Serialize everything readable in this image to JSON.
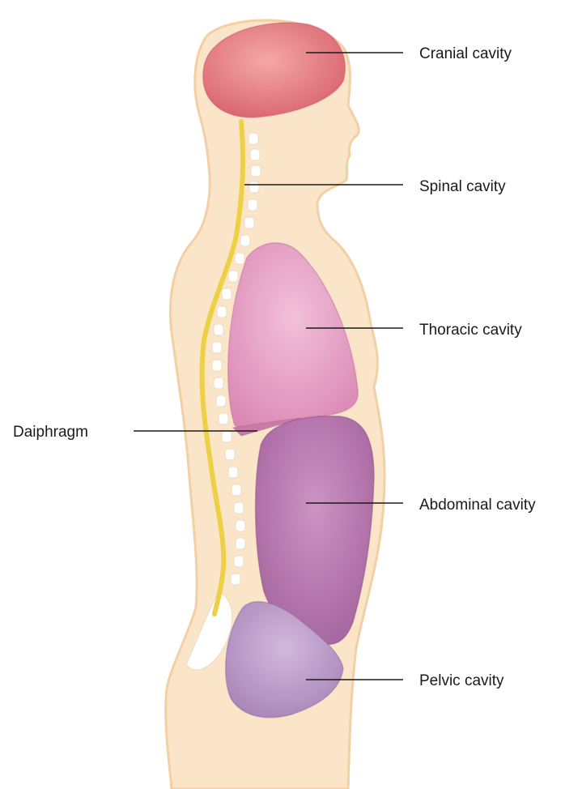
{
  "labels": {
    "cranial": "Cranial cavity",
    "spinal": "Spinal cavity",
    "thoracic": "Thoracic cavity",
    "diaphragm": "Daiphragm",
    "abdominal": "Abdominal cavity",
    "pelvic": "Pelvic cavity"
  },
  "colors": {
    "body_skin": "#fbe5c8",
    "body_outline": "#f3cfa4",
    "cranial": "#e27f86",
    "spinal_cord": "#eed045",
    "vertebrae": "#ffffff",
    "thoracic": "#e49ec2",
    "abdominal": "#b874ae",
    "pelvic": "#b996c7",
    "leader_line": "#1a1a1a"
  }
}
